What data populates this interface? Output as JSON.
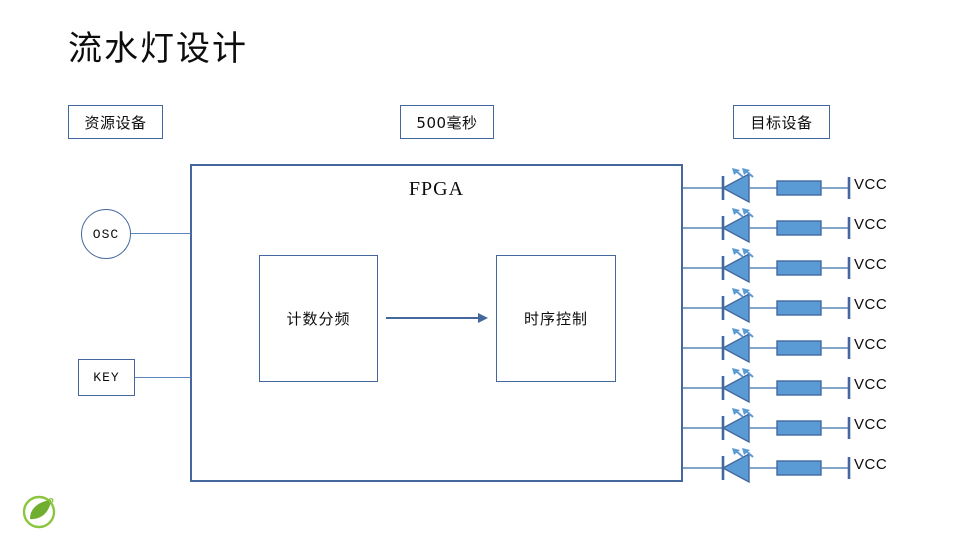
{
  "slide": {
    "title": "流水灯设计",
    "accent_border": "#44689D",
    "accent_fill": "#5B9BD5",
    "wire_color": "#5B87B8",
    "text_color": "#0D0D0D",
    "background": "#FFFFFF"
  },
  "labels": {
    "source_device": "资源设备",
    "period": "500毫秒",
    "target_device": "目标设备"
  },
  "fpga": {
    "title": "FPGA",
    "blocks": [
      {
        "label": "计数分频"
      },
      {
        "label": "时序控制"
      }
    ],
    "flow_arrow": "right-arrow"
  },
  "inputs": [
    {
      "name": "osc",
      "label": "OSC",
      "shape": "circle"
    },
    {
      "name": "key",
      "label": "KEY",
      "shape": "rect"
    }
  ],
  "outputs": {
    "count": 8,
    "supply_label": "VCC",
    "rows": [
      {
        "index": 1,
        "supply": "VCC"
      },
      {
        "index": 2,
        "supply": "VCC"
      },
      {
        "index": 3,
        "supply": "VCC"
      },
      {
        "index": 4,
        "supply": "VCC"
      },
      {
        "index": 5,
        "supply": "VCC"
      },
      {
        "index": 6,
        "supply": "VCC"
      },
      {
        "index": 7,
        "supply": "VCC"
      },
      {
        "index": 8,
        "supply": "VCC"
      }
    ]
  },
  "logo": {
    "name": "leaf-logo",
    "color": "#7AB648"
  }
}
